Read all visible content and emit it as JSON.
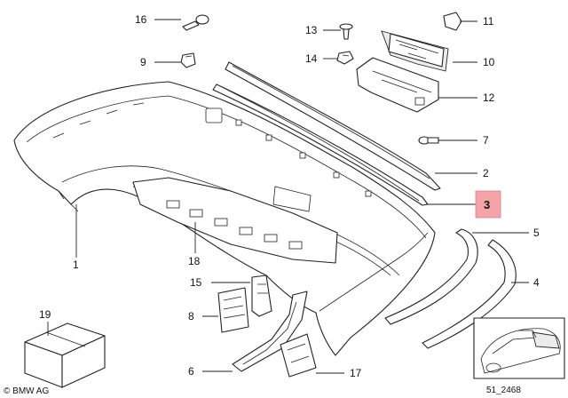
{
  "callouts": {
    "p1": "1",
    "p2": "2",
    "p3": "3",
    "p4": "4",
    "p5": "5",
    "p6": "6",
    "p7": "7",
    "p8": "8",
    "p9": "9",
    "p10": "10",
    "p11": "11",
    "p12": "12",
    "p13": "13",
    "p14": "14",
    "p15": "15",
    "p16": "16",
    "p17": "17",
    "p18": "18",
    "p19": "19"
  },
  "highlight": {
    "part": "3",
    "color": "#f4a3a8"
  },
  "footer": {
    "brand": "© BMW AG",
    "diagram_id": "51_2468"
  }
}
